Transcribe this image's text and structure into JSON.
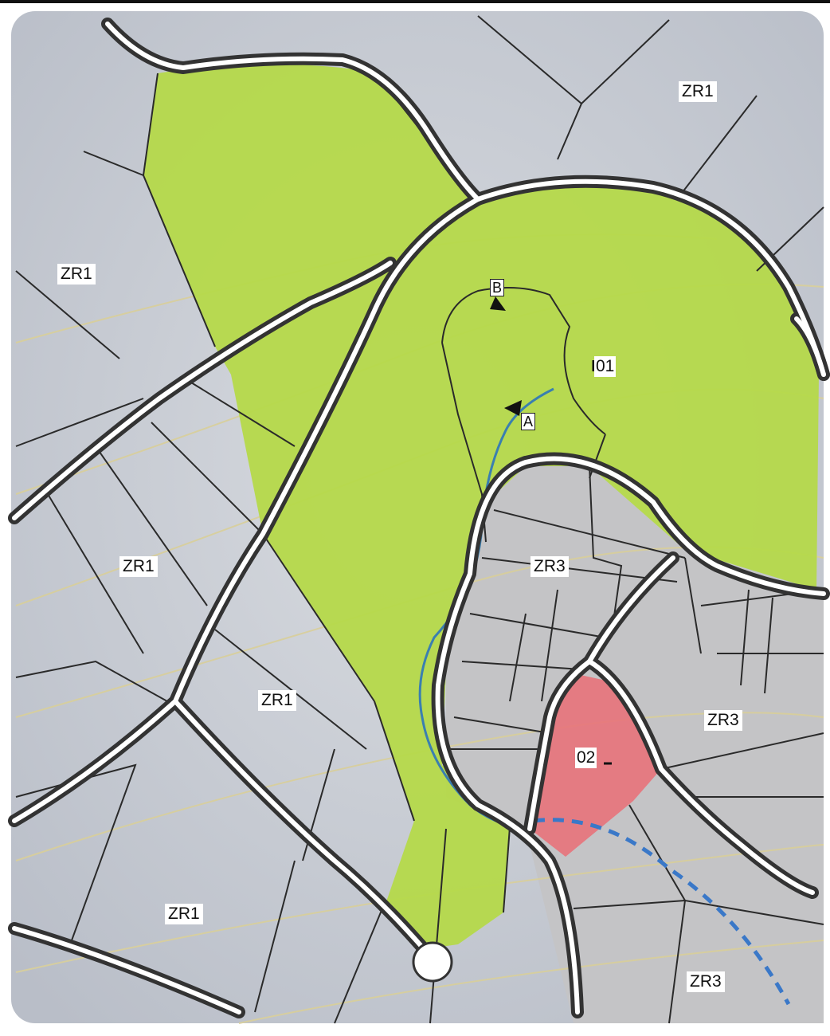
{
  "zones": [
    {
      "id": "zr1-ne",
      "label": "ZR1"
    },
    {
      "id": "zr1-w",
      "label": "ZR1"
    },
    {
      "id": "zr1-mid",
      "label": "ZR1"
    },
    {
      "id": "zr1-center",
      "label": "ZR1"
    },
    {
      "id": "zr1-sw",
      "label": "ZR1"
    },
    {
      "id": "zr3-center",
      "label": "ZR3"
    },
    {
      "id": "zr3-east",
      "label": "ZR3"
    },
    {
      "id": "zr3-south",
      "label": "ZR3"
    }
  ],
  "parcels": [
    {
      "id": "area-01",
      "label": "01"
    },
    {
      "id": "area-02",
      "label": "02"
    }
  ],
  "viewpoints": [
    {
      "id": "viewpoint-a",
      "label": "A"
    },
    {
      "id": "viewpoint-b",
      "label": "B"
    }
  ],
  "colors": {
    "green_zone": "#b5d94a",
    "red_zone": "#e8737a",
    "gray_background": "#c8ccd4",
    "road_outline": "#333333",
    "road_fill": "#ffffff",
    "stream": "#3a7fb0",
    "dashed_line": "#3a78c8",
    "contour": "#d9cf9a"
  }
}
